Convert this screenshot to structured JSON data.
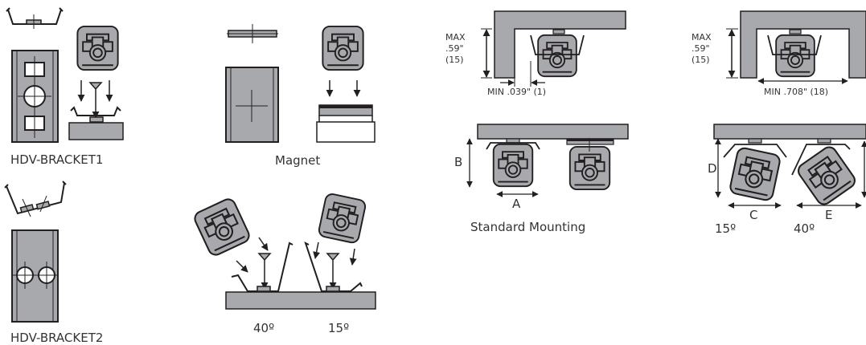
{
  "labels": {
    "bracket1": "HDV-BRACKET1",
    "bracket2": "HDV-BRACKET2",
    "magnet": "Magnet",
    "angle_40_left": "40º",
    "angle_15_left": "15º",
    "max_left_1": "MAX",
    "max_left_2": ".59\"",
    "max_left_3": "(15)",
    "min_left": "MIN .039\" (1)",
    "max_right_1": "MAX",
    "max_right_2": ".59\"",
    "max_right_3": "(15)",
    "min_right": "MIN .708\" (18)",
    "dim_a": "A",
    "dim_b": "B",
    "dim_c": "C",
    "dim_d": "D",
    "dim_e": "E",
    "standard_mounting": "Standard Mounting",
    "angle_15_right": "15º",
    "angle_40_right": "40º"
  },
  "colors": {
    "device_fill": "#a7a9ac",
    "stroke": "#231f20",
    "text": "#333333"
  }
}
